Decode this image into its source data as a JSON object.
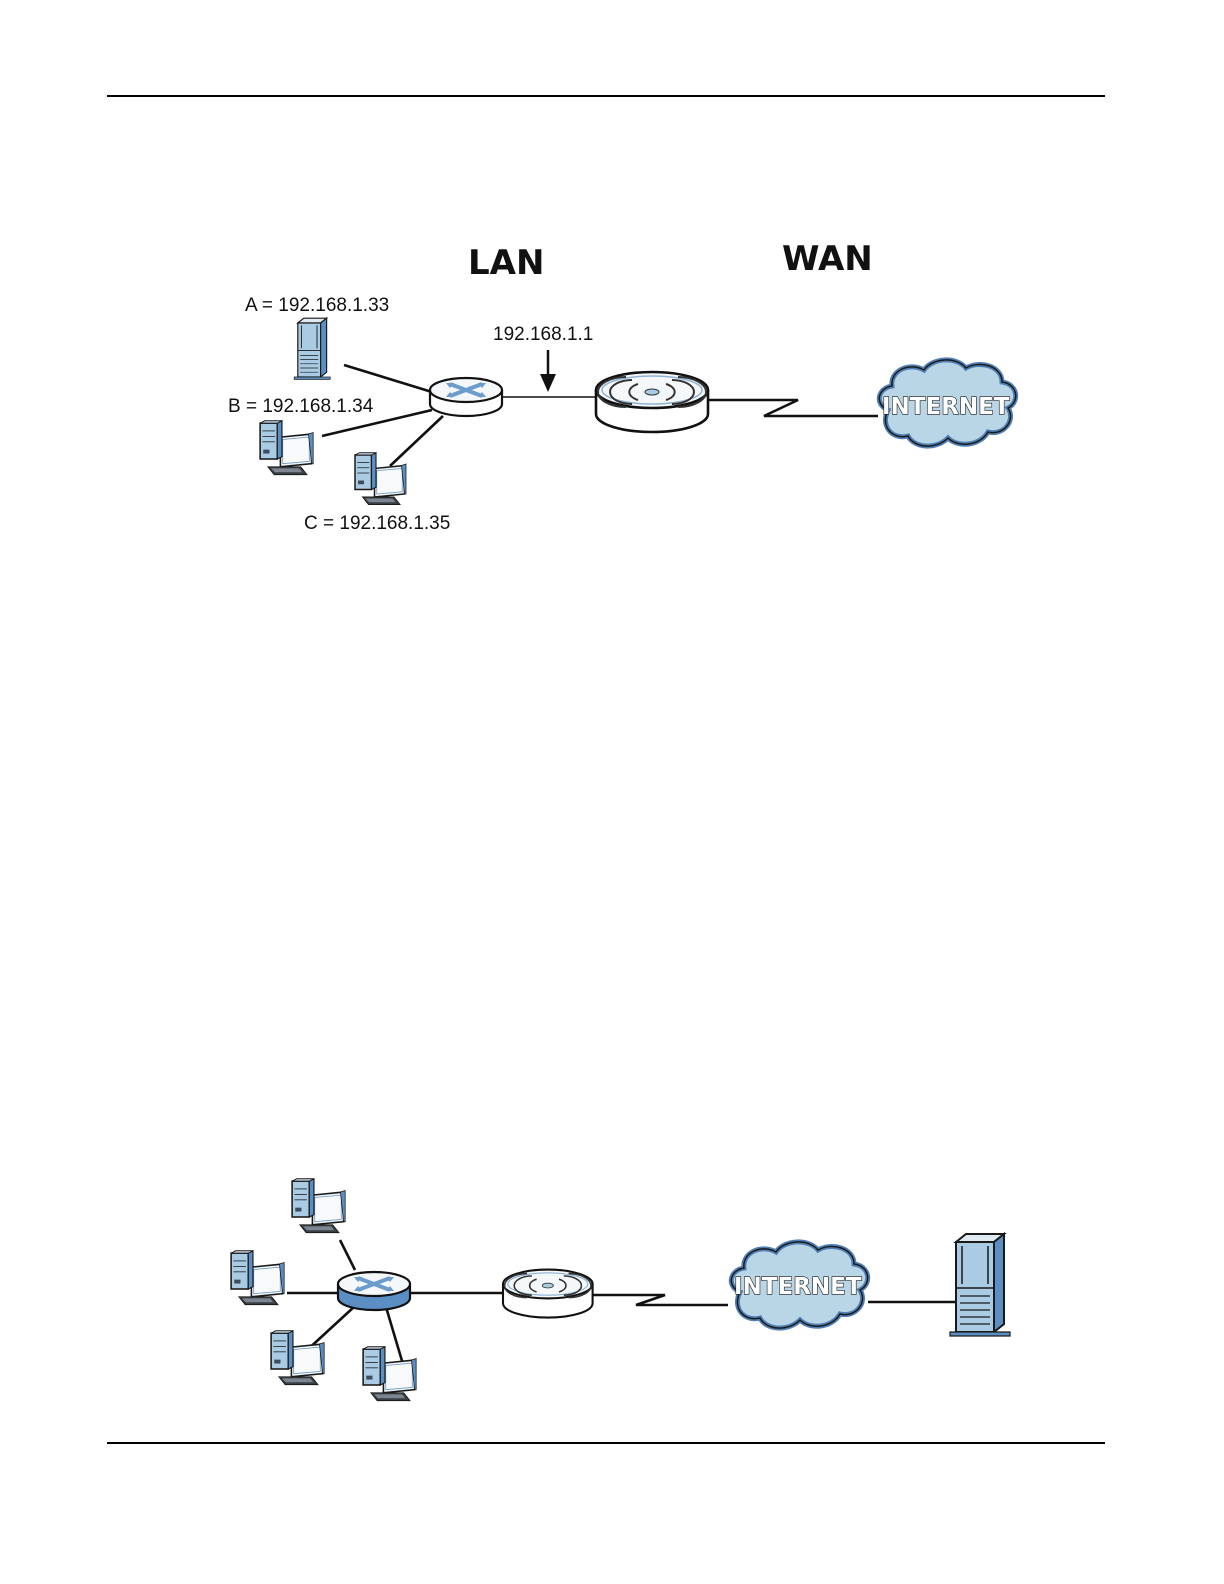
{
  "page": {
    "header_rule": true,
    "footer_rule": true
  },
  "figure1": {
    "lan_heading": "LAN",
    "wan_heading": "WAN",
    "hosts": [
      {
        "id": "A",
        "label": "A = 192.168.1.33",
        "icon": "server-tower-icon"
      },
      {
        "id": "B",
        "label": "B = 192.168.1.34",
        "icon": "desktop-computer-icon"
      },
      {
        "id": "C",
        "label": "C = 192.168.1.35",
        "icon": "desktop-computer-icon"
      }
    ],
    "gateway_label": "192.168.1.1",
    "devices": [
      "switch-icon",
      "router-icon",
      "internet-cloud-icon"
    ],
    "cloud_text": "INTERNET"
  },
  "figure2": {
    "hosts_count": 4,
    "devices": [
      "switch-icon",
      "router-icon",
      "internet-cloud-icon",
      "server-tower-icon"
    ],
    "cloud_text": "INTERNET"
  },
  "colors": {
    "device_blue": "#5b8fc4",
    "device_light_blue": "#a9cbe3",
    "cloud_fill": "#b9d6e6",
    "cloud_edge": "#4f7fb5",
    "line": "#111111"
  }
}
